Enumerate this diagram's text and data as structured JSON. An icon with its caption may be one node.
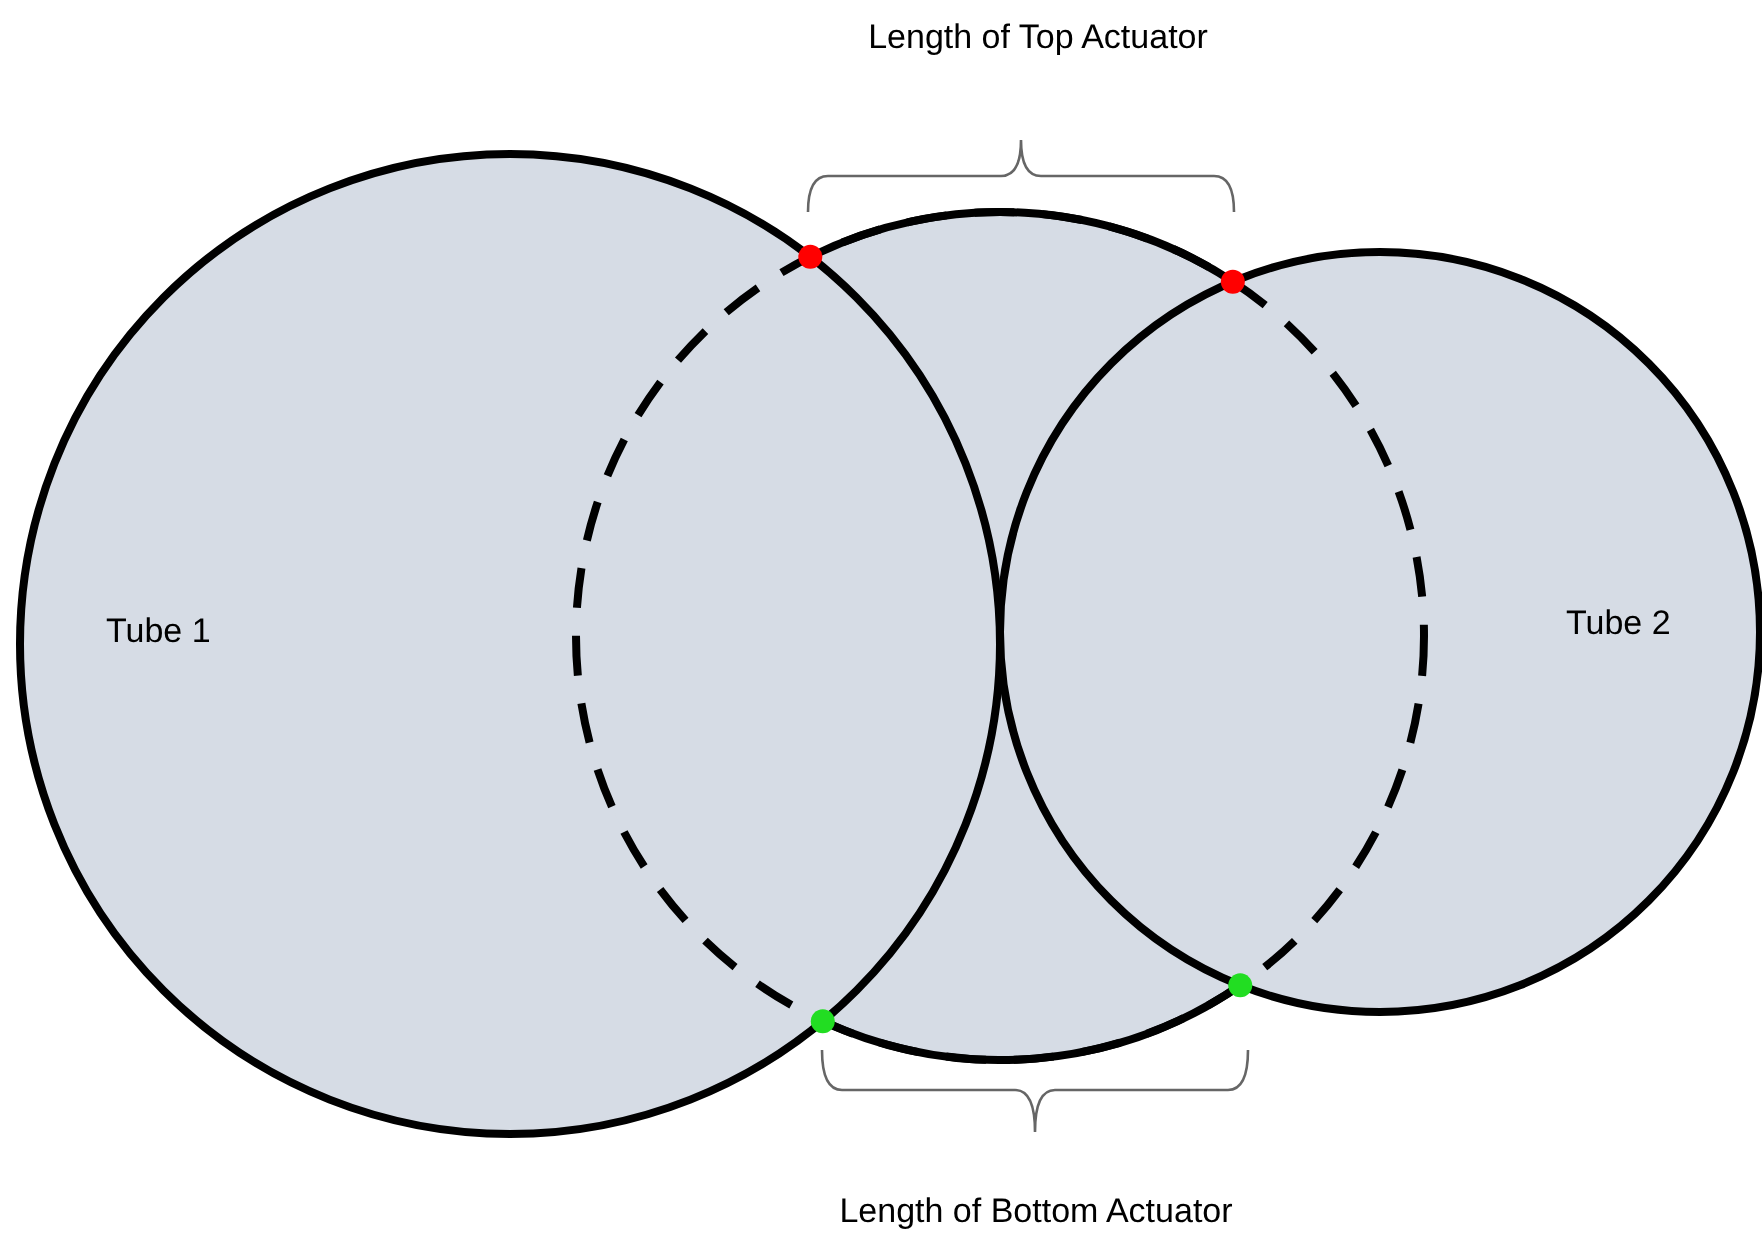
{
  "diagram": {
    "nodes": [
      {
        "text": [
          "Tube 1"
        ]
      },
      {
        "text": [],
        "shape": "circle"
      },
      {
        "text": [
          "Tube 2"
        ]
      }
    ],
    "labels": [
      "Length of Top Actuator",
      "Length of Bottom Actuator"
    ]
  }
}
